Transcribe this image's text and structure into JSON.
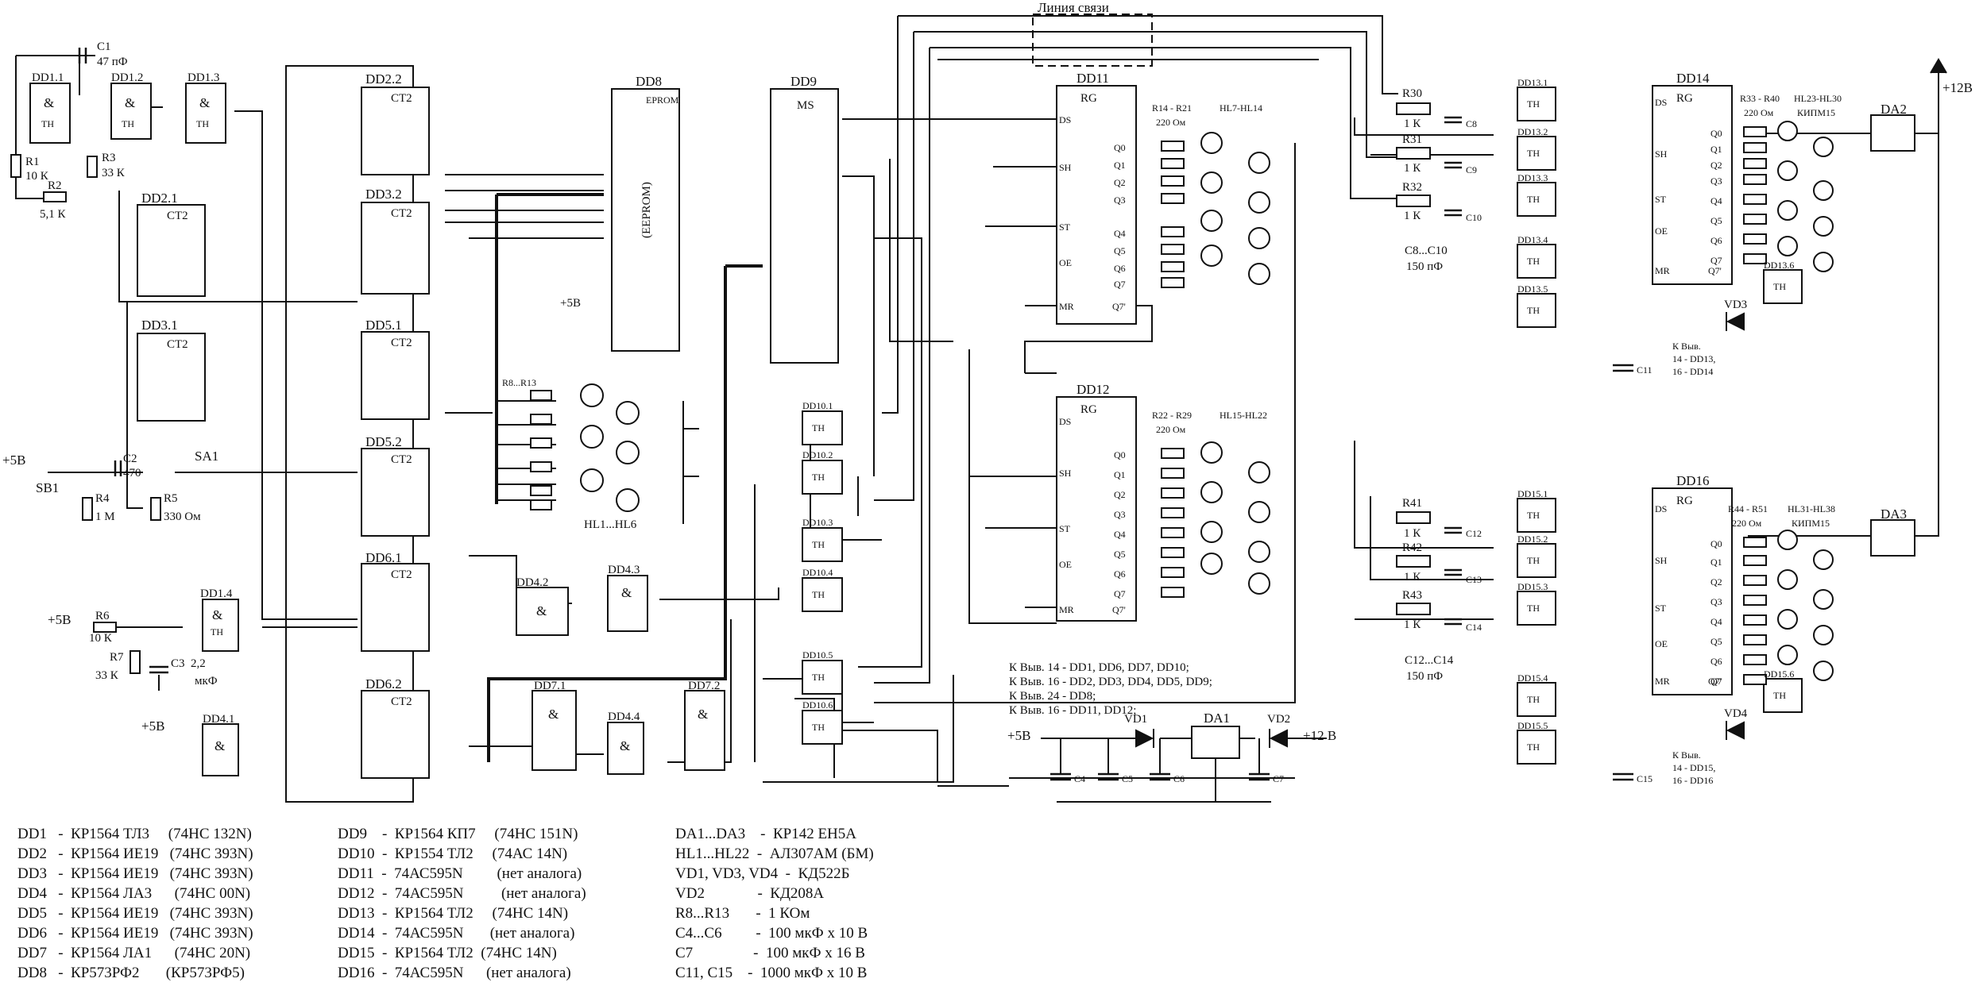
{
  "link_label": "Линия связи",
  "power_labels": {
    "p12_right": "+12В",
    "p5_sb1": "+5В",
    "p5_r6": "+5В",
    "p5_dd41": "+5В",
    "p5_dd8": "+5В",
    "p5_bottom": "+5В",
    "p12_bottom": "+12 В"
  },
  "chips": {
    "DD1.1": {
      "name": "DD1.1",
      "func": "&",
      "sub": "TH"
    },
    "DD1.2": {
      "name": "DD1.2",
      "func": "&",
      "sub": "TH"
    },
    "DD1.3": {
      "name": "DD1.3",
      "func": "&",
      "sub": "TH"
    },
    "DD1.4": {
      "name": "DD1.4",
      "func": "&",
      "sub": "TH"
    },
    "DD4.1": {
      "name": "DD4.1",
      "func": "&"
    },
    "DD4.2": {
      "name": "DD4.2",
      "func": "&"
    },
    "DD4.3": {
      "name": "DD4.3",
      "func": "&"
    },
    "DD4.4": {
      "name": "DD4.4",
      "func": "&"
    },
    "DD7.1": {
      "name": "DD7.1",
      "func": "&"
    },
    "DD7.2": {
      "name": "DD7.2",
      "func": "&"
    },
    "DD2.1": {
      "name": "DD2.1",
      "func": "CT2"
    },
    "DD2.2": {
      "name": "DD2.2",
      "func": "CT2"
    },
    "DD3.1": {
      "name": "DD3.1",
      "func": "CT2"
    },
    "DD3.2": {
      "name": "DD3.2",
      "func": "CT2"
    },
    "DD5.1": {
      "name": "DD5.1",
      "func": "CT2"
    },
    "DD5.2": {
      "name": "DD5.2",
      "func": "CT2"
    },
    "DD6.1": {
      "name": "DD6.1",
      "func": "CT2"
    },
    "DD6.2": {
      "name": "DD6.2",
      "func": "CT2"
    },
    "DD8": {
      "name": "DD8",
      "func": "(EEPROM)",
      "sub": "EPROM"
    },
    "DD9": {
      "name": "DD9",
      "func": "MS"
    },
    "DD10.1": {
      "name": "DD10.1",
      "func": "TH"
    },
    "DD10.2": {
      "name": "DD10.2",
      "func": "TH"
    },
    "DD10.3": {
      "name": "DD10.3",
      "func": "TH"
    },
    "DD10.4": {
      "name": "DD10.4",
      "func": "TH"
    },
    "DD10.5": {
      "name": "DD10.5",
      "func": "TH"
    },
    "DD10.6": {
      "name": "DD10.6",
      "func": "TH"
    },
    "DD11": {
      "name": "DD11",
      "func": "RG"
    },
    "DD12": {
      "name": "DD12",
      "func": "RG"
    },
    "DD13.1": {
      "name": "DD13.1",
      "func": "TH"
    },
    "DD13.2": {
      "name": "DD13.2",
      "func": "TH"
    },
    "DD13.3": {
      "name": "DD13.3",
      "func": "TH"
    },
    "DD13.4": {
      "name": "DD13.4",
      "func": "TH"
    },
    "DD13.5": {
      "name": "DD13.5",
      "func": "TH"
    },
    "DD13.6": {
      "name": "DD13.6",
      "func": "TH"
    },
    "DD14": {
      "name": "DD14",
      "func": "RG"
    },
    "DD15.1": {
      "name": "DD15.1",
      "func": "TH"
    },
    "DD15.2": {
      "name": "DD15.2",
      "func": "TH"
    },
    "DD15.3": {
      "name": "DD15.3",
      "func": "TH"
    },
    "DD15.4": {
      "name": "DD15.4",
      "func": "TH"
    },
    "DD15.5": {
      "name": "DD15.5",
      "func": "TH"
    },
    "DD15.6": {
      "name": "DD15.6",
      "func": "TH"
    },
    "DD16": {
      "name": "DD16",
      "func": "RG"
    },
    "DA1": {
      "name": "DA1"
    },
    "DA2": {
      "name": "DA2"
    },
    "DA3": {
      "name": "DA3"
    }
  },
  "shift_pins": {
    "ds": "DS",
    "sh": "SH",
    "st": "ST",
    "oe": "OE",
    "mr": "MR",
    "q7s": "Q7'"
  },
  "q_outputs": [
    "Q0",
    "Q1",
    "Q2",
    "Q3",
    "Q4",
    "Q5",
    "Q6",
    "Q7"
  ],
  "passives": {
    "C1": "C1",
    "C1v": "47 пФ",
    "R1": "R1",
    "R1v": "10 К",
    "R2": "R2",
    "R2v": "5,1 К",
    "R3": "R3",
    "R3v": "33 К",
    "C2": "C2",
    "C2v": "470",
    "SB1": "SB1",
    "SA1": "SA1",
    "R4": "R4",
    "R4v": "1 М",
    "R5": "R5",
    "R5v": "330 Ом",
    "R6": "R6",
    "R6v": "10 К",
    "R7": "R7",
    "R7v": "33 К",
    "C3": "C3",
    "C3v": "2,2",
    "C3u": "мкФ",
    "R8R13": "R8...R13",
    "HL1HL6": "HL1...HL6",
    "R14R21": "R14 - R21",
    "R14R21v": "220 Ом",
    "HL7HL14": "HL7-HL14",
    "R22R29": "R22 - R29",
    "R22R29v": "220 Ом",
    "HL15HL22": "HL15-HL22",
    "R30": "R30",
    "R31": "R31",
    "R32": "R32",
    "R1K": "1 К",
    "C8": "C8",
    "C9": "C9",
    "C10": "C10",
    "C8C10": "C8...C10",
    "C8C10v": "150 пФ",
    "R33R40": "R33 - R40",
    "R33R40v": "220 Ом",
    "HL23HL30": "HL23-HL30",
    "HL23HL30t": "КИПМ15",
    "R41": "R41",
    "R42": "R42",
    "R43": "R43",
    "C12": "C12",
    "C13": "C13",
    "C14": "C14",
    "C12C14": "C12...C14",
    "C12C14v": "150 пФ",
    "R44R51": "R44 - R51",
    "R44R51v": "220 Ом",
    "HL31HL38": "HL31-HL38",
    "HL31HL38t": "КИПМ15",
    "C11": "C11",
    "C15": "C15",
    "VD1": "VD1",
    "VD2": "VD2",
    "VD3": "VD3",
    "VD4": "VD4",
    "C4": "C4",
    "C5": "C5",
    "C6": "C6",
    "C7": "C7"
  },
  "kvyv_top": [
    "К Выв.",
    "14 - DD13,",
    "16 - DD14"
  ],
  "kvyv_bottom": [
    "К Выв.",
    "14 - DD15,",
    "16 - DD16"
  ],
  "power_notes": [
    "К Выв. 14 - DD1, DD6, DD7, DD10;",
    "К Выв. 16 - DD2, DD3, DD4, DD5, DD9;",
    "К Выв. 24 - DD8;",
    "К Выв. 16 - DD11, DD12;"
  ],
  "legend": {
    "col1": [
      "DD1   -  КР1564 ТЛ3     (74НС 132N)",
      "DD2   -  КР1564 ИЕ19   (74НС 393N)",
      "DD3   -  КР1564 ИЕ19   (74НС 393N)",
      "DD4   -  КР1564 ЛА3      (74НС 00N)",
      "DD5   -  КР1564 ИЕ19   (74НС 393N)",
      "DD6   -  КР1564 ИЕ19   (74НС 393N)",
      "DD7   -  КР1564 ЛА1      (74НС 20N)",
      "DD8   -  КР573РФ2       (КР573РФ5)"
    ],
    "col2": [
      "DD9    -  КР1564 КП7     (74НС 151N)",
      "DD10  -  КР1554 ТЛ2     (74АС 14N)",
      "DD11  -  74АС595N         (нет аналога)",
      "DD12  -  74АС595N          (нет аналога)",
      "DD13  -  КР1564 ТЛ2     (74НС 14N)",
      "DD14  -  74АС595N       (нет аналога)",
      "DD15  -  КР1564 ТЛ2  (74НС 14N)",
      "DD16  -  74АС595N      (нет аналога)"
    ],
    "col3": [
      "DA1...DA3    -  КР142 ЕН5А",
      "HL1...HL22  -  АЛ307АМ (БМ)",
      "VD1, VD3, VD4  -  КД522Б",
      "VD2              -  КД208А",
      "R8...R13       -  1 КОм",
      "C4...C6         -  100 мкФ х 10 В",
      "C7                -  100 мкФ х 16 В",
      "C11, C15    -  1000 мкФ х 10 В"
    ]
  }
}
